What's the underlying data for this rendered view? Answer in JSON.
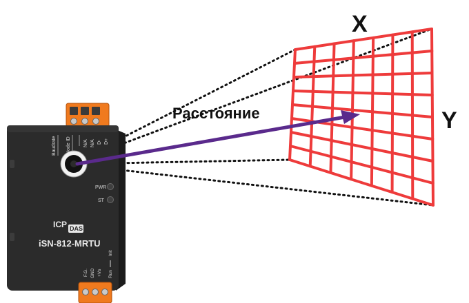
{
  "distance_label": "Расстояние",
  "axis_x_label": "X",
  "axis_y_label": "Y",
  "device": {
    "model": "iSN-812-MRTU",
    "brand": "ICP DAS",
    "brand_line1": "ICP",
    "brand_line2": "DAS",
    "leds": [
      "PWR",
      "ST"
    ],
    "top_pins": [
      "Baudrate",
      "Node ID",
      "N/A",
      "N/A",
      "D-",
      "D+"
    ],
    "bottom_pins": [
      "F.G.",
      "GND",
      "+Vs"
    ],
    "mode_switch": [
      "Run",
      "Init"
    ]
  },
  "grid": {
    "columns": 7,
    "rows": 8
  },
  "colors": {
    "grid": "#ee3b3b",
    "distance_arrow": "#5a2a8c",
    "device_body": "#2b2b2b",
    "terminal": "#f07a1e"
  }
}
